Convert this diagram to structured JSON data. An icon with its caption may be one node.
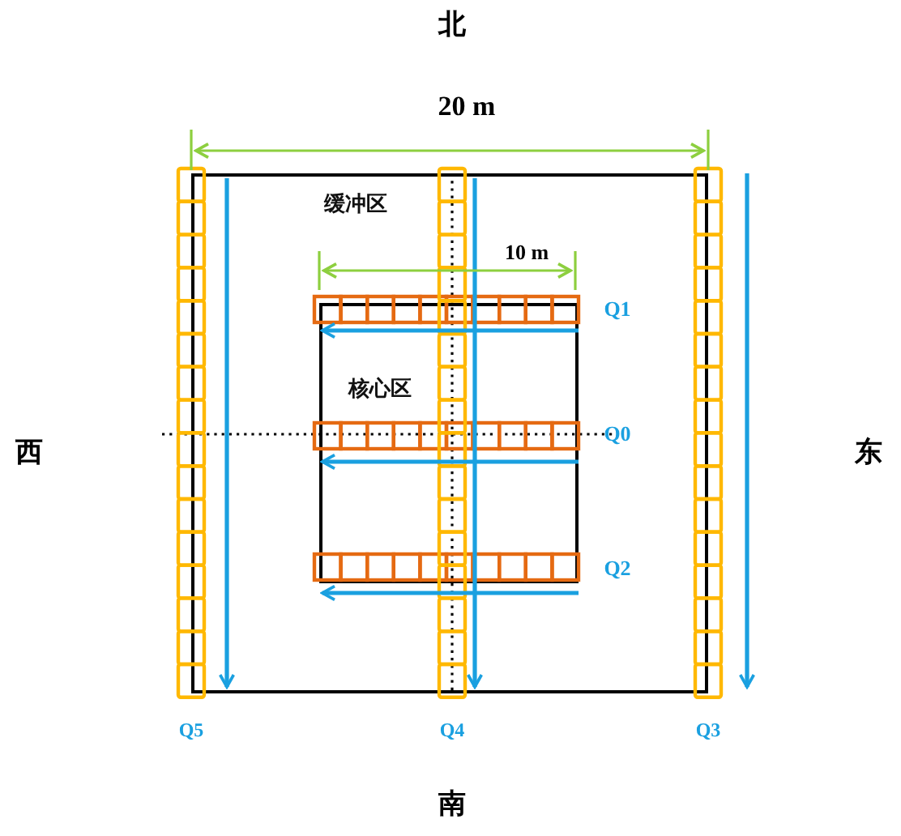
{
  "diagram": {
    "nodes": [
      {
        "text": [
          "缓冲区"
        ]
      },
      {
        "text": [
          "核心区"
        ],
        "in": 0
      }
    ],
    "edges": [],
    "labels": [
      "北",
      "20 m",
      "10 m",
      "Q1",
      "西",
      "Q0",
      "东",
      "Q2",
      "Q5",
      "Q4",
      "Q3",
      "南"
    ]
  }
}
